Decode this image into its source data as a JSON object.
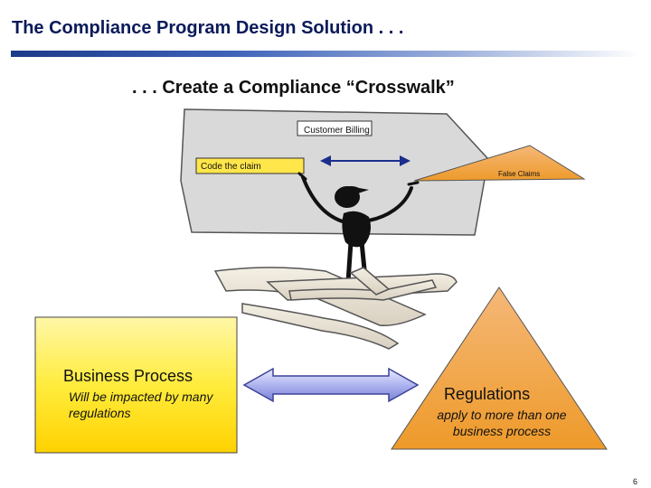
{
  "header": {
    "title": "The Compliance Program Design Solution . . .",
    "subtitle": ". . . Create a Compliance “Crosswalk”"
  },
  "diagram": {
    "customer_billing_label": "Customer Billing",
    "code_claim_label": "Code the claim",
    "false_claims_label": "False Claims",
    "business_process": {
      "title": "Business Process",
      "subtitle": "Will be impacted by many regulations"
    },
    "regulations": {
      "title": "Regulations",
      "subtitle": "apply to more than one business process"
    }
  },
  "colors": {
    "title": "#0b1a5a",
    "panel": "#d8d8d8",
    "business_process_box": "#ffec3d",
    "regulations_triangle": "#f0a040",
    "arrow": "#b8bef0"
  },
  "footer": {
    "page_number": "6"
  }
}
